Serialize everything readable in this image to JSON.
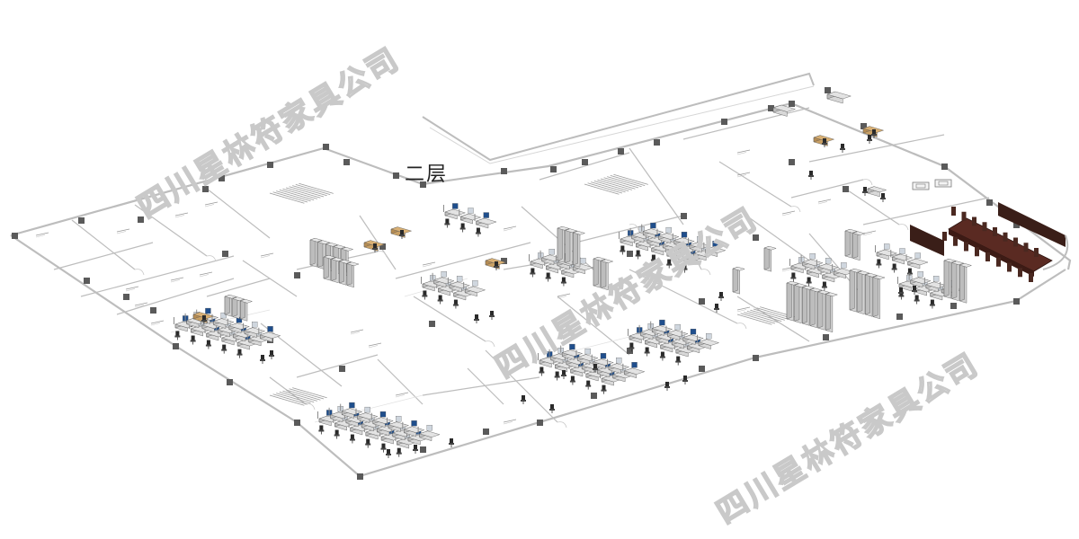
{
  "floor_title": "二层",
  "watermark": "四川星林符家具公司",
  "colors": {
    "wall": "#bdbdbd",
    "column": "#5a5a5a",
    "desk_top": "#e3e3e3",
    "desk_frame": "#8a8a8a",
    "screen_blue": "#1f4e8c",
    "chair": "#2a2a2a",
    "cabinet": "#d4d4d4",
    "wood": "#d9b074",
    "conference": "#5a2a22",
    "sofa": "#7a7a7a"
  },
  "icons": [
    "office-chair",
    "workstation",
    "filing-cabinet",
    "conference-table",
    "staircase",
    "structural-column"
  ]
}
